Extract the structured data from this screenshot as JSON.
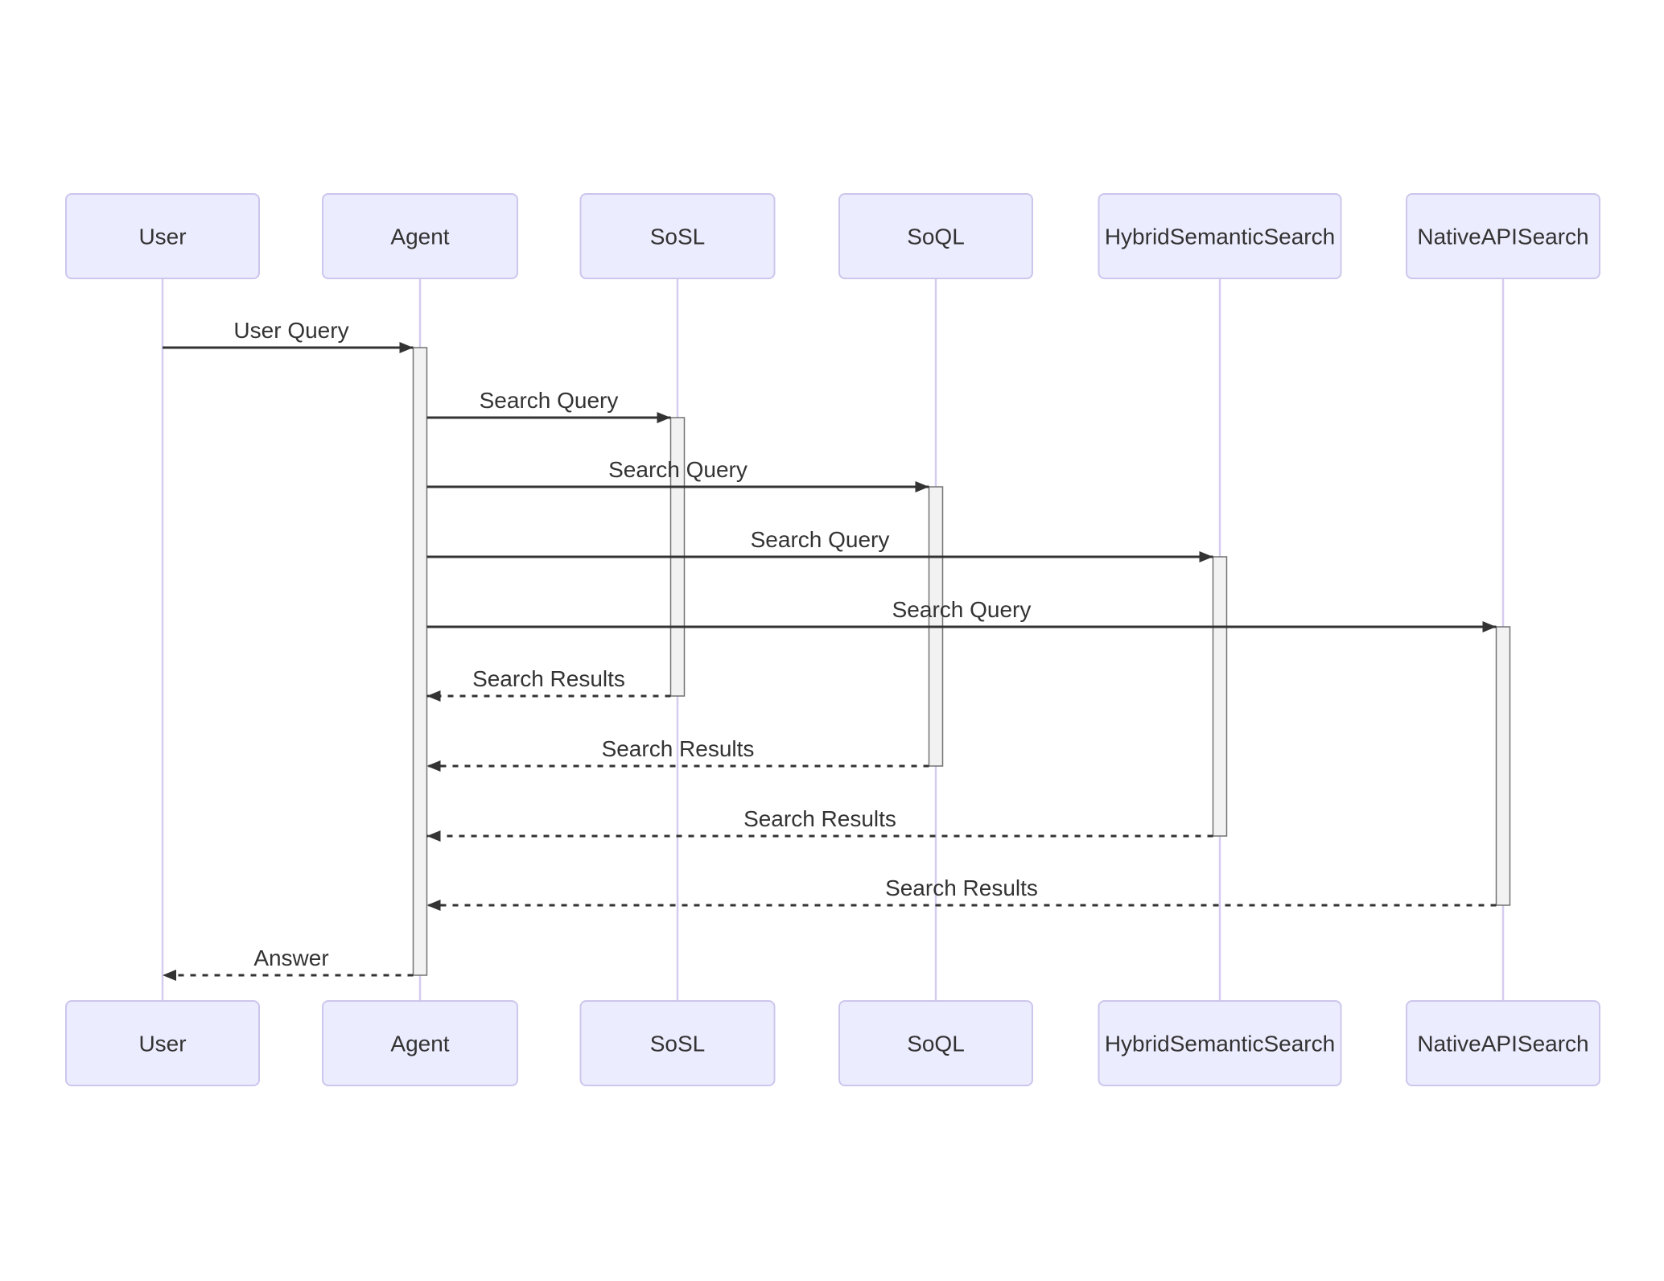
{
  "diagram": {
    "type": "sequence",
    "actors": [
      {
        "id": "user",
        "label": "User"
      },
      {
        "id": "agent",
        "label": "Agent"
      },
      {
        "id": "sosl",
        "label": "SoSL"
      },
      {
        "id": "soql",
        "label": "SoQL"
      },
      {
        "id": "hybrid",
        "label": "HybridSemanticSearch"
      },
      {
        "id": "native",
        "label": "NativeAPISearch"
      }
    ],
    "messages": [
      {
        "from": "user",
        "to": "agent",
        "label": "User Query",
        "line": "solid"
      },
      {
        "from": "agent",
        "to": "sosl",
        "label": "Search Query",
        "line": "solid"
      },
      {
        "from": "agent",
        "to": "soql",
        "label": "Search Query",
        "line": "solid"
      },
      {
        "from": "agent",
        "to": "hybrid",
        "label": "Search Query",
        "line": "solid"
      },
      {
        "from": "agent",
        "to": "native",
        "label": "Search Query",
        "line": "solid"
      },
      {
        "from": "sosl",
        "to": "agent",
        "label": "Search Results",
        "line": "dashed"
      },
      {
        "from": "soql",
        "to": "agent",
        "label": "Search Results",
        "line": "dashed"
      },
      {
        "from": "hybrid",
        "to": "agent",
        "label": "Search Results",
        "line": "dashed"
      },
      {
        "from": "native",
        "to": "agent",
        "label": "Search Results",
        "line": "dashed"
      }
    ],
    "return_message": {
      "from": "agent",
      "to": "user",
      "label": "Answer",
      "line": "dashed"
    },
    "colors": {
      "background": "#ffffff",
      "actor_fill": "#ECECFF",
      "actor_border": "#CCC6EC",
      "lifeline": "#D5CCF0",
      "activation_fill": "#F2F2F2",
      "activation_border": "#737373",
      "message_line": "#333333",
      "text": "#333333"
    }
  }
}
